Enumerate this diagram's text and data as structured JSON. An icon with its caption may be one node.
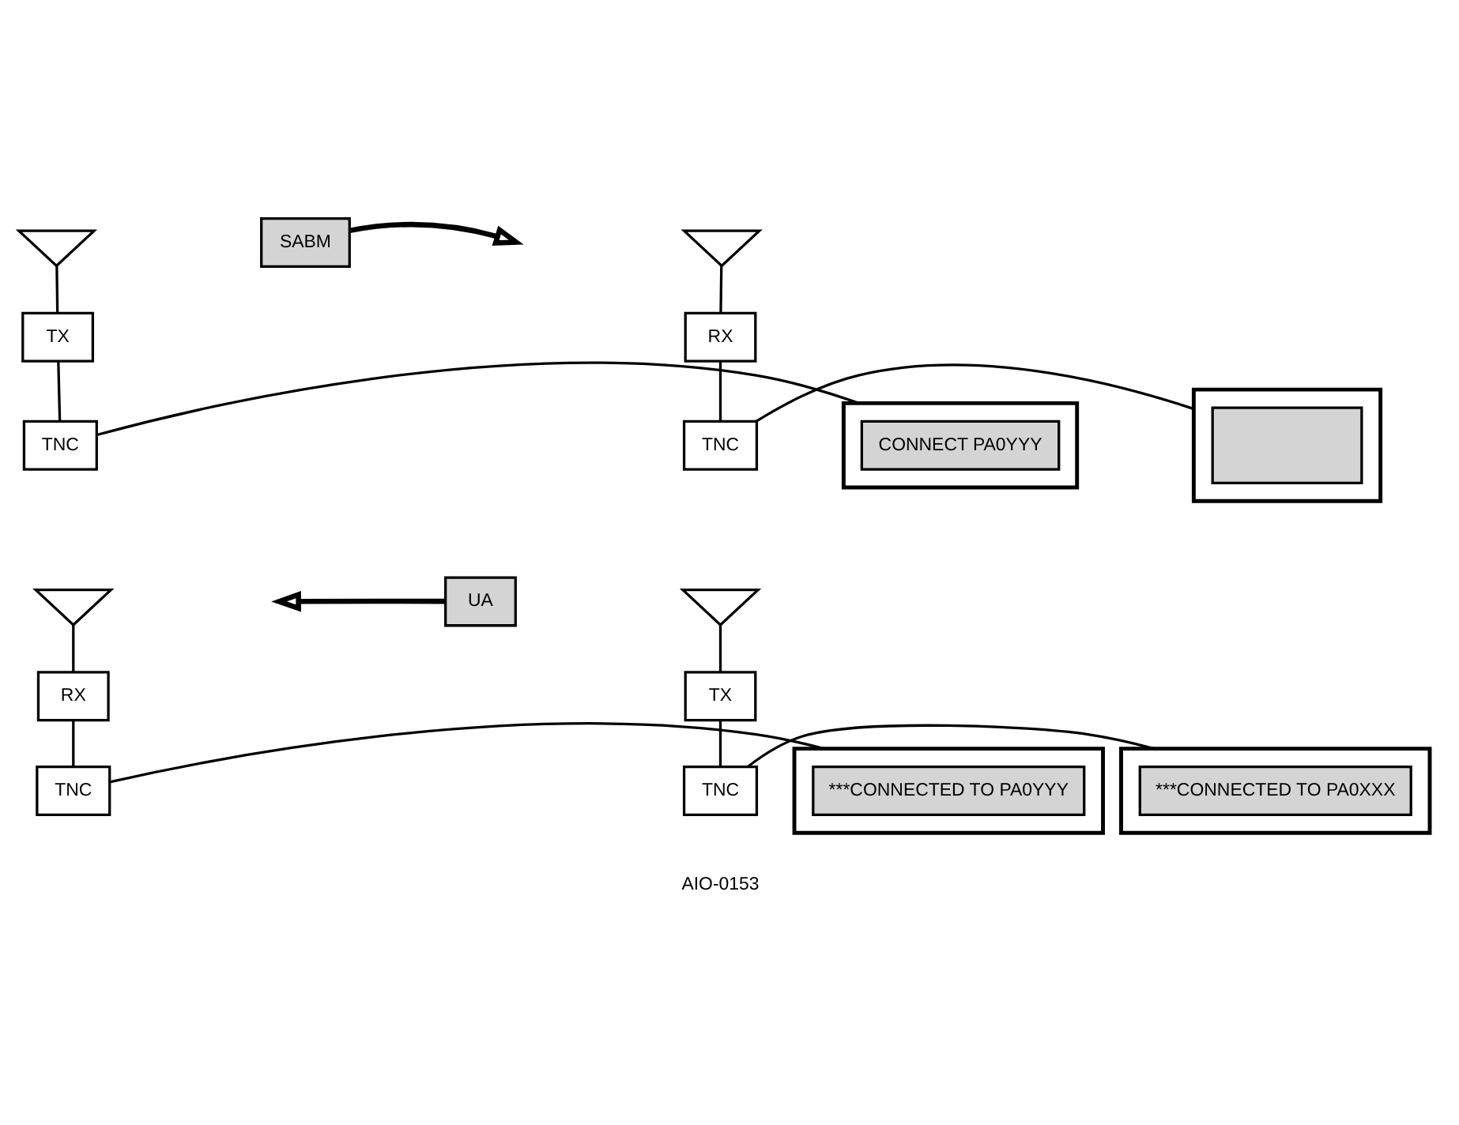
{
  "diagram": {
    "nodes": [
      {
        "text": [],
        "shape": "picture"
      },
      {
        "text": [
          "TX"
        ]
      },
      {
        "text": [
          "TNC"
        ]
      },
      {
        "text": [],
        "shape": "box"
      },
      {
        "text": [
          "CONNECT PA0YYY"
        ],
        "in": 3
      },
      {
        "text": [
          "SABM"
        ]
      },
      {
        "text": [],
        "shape": "picture"
      },
      {
        "text": [],
        "shape": "box"
      },
      {
        "text": [],
        "shape": "box",
        "in": 7
      },
      {
        "text": [
          "RX"
        ]
      },
      {
        "text": [
          "TNC"
        ]
      },
      {
        "text": [
          "UA"
        ]
      },
      {
        "text": [],
        "shape": "picture"
      },
      {
        "text": [
          "RX"
        ]
      },
      {
        "text": [
          "TNC"
        ]
      },
      {
        "text": [],
        "shape": "box"
      },
      {
        "text": [
          "***CONNECTED TO PA0YYY"
        ],
        "in": 15
      },
      {
        "text": [],
        "shape": "box"
      },
      {
        "text": [
          "***CONNECTED TO PA0XXX"
        ],
        "in": 17
      },
      {
        "text": [],
        "shape": "picture"
      },
      {
        "text": [
          "TX"
        ]
      },
      {
        "text": [
          "TNC"
        ]
      }
    ],
    "edges": [
      {
        "from": 0,
        "to": 1,
        "arrow": "none"
      },
      {
        "from": 1,
        "to": 2,
        "arrow": "none"
      },
      {
        "from": 2,
        "to": 3,
        "arrow": "none"
      },
      {
        "from": 5,
        "to": null,
        "arrow": "to",
        "style": "thick"
      },
      {
        "from": 6,
        "to": 9,
        "arrow": "none"
      },
      {
        "from": 9,
        "to": 10,
        "arrow": "none"
      },
      {
        "from": 10,
        "to": 7,
        "arrow": "none"
      },
      {
        "from": 11,
        "to": null,
        "arrow": "to",
        "style": "thick"
      },
      {
        "from": 12,
        "to": 13,
        "arrow": "none"
      },
      {
        "from": 13,
        "to": 14,
        "arrow": "none"
      },
      {
        "from": 14,
        "to": 15,
        "arrow": "none"
      },
      {
        "from": 19,
        "to": 20,
        "arrow": "none"
      },
      {
        "from": 20,
        "to": 21,
        "arrow": "none"
      },
      {
        "from": 21,
        "to": 17,
        "arrow": "none"
      }
    ],
    "labels": [
      "AIO-0153"
    ]
  }
}
